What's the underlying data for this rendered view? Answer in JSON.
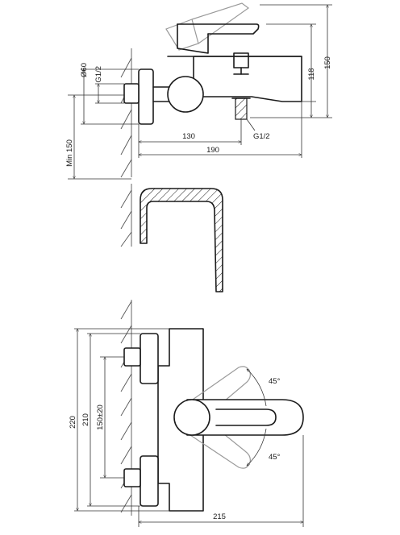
{
  "dimensions": {
    "diameter": "Ø60",
    "inlet_thread": "G1/2",
    "outlet_thread": "G1/2",
    "wall_clearance": "Min 150",
    "height_top": "150",
    "height_spout": "118",
    "depth_outlet": "130",
    "depth_total": "190",
    "front_height_total": "220",
    "front_height_inner": "210",
    "center_distance": "150±20",
    "front_width": "215",
    "angle_up": "45°",
    "angle_down": "45°"
  },
  "colors": {
    "line": "#1a1a1a",
    "ghost": "#9a9a9a"
  }
}
